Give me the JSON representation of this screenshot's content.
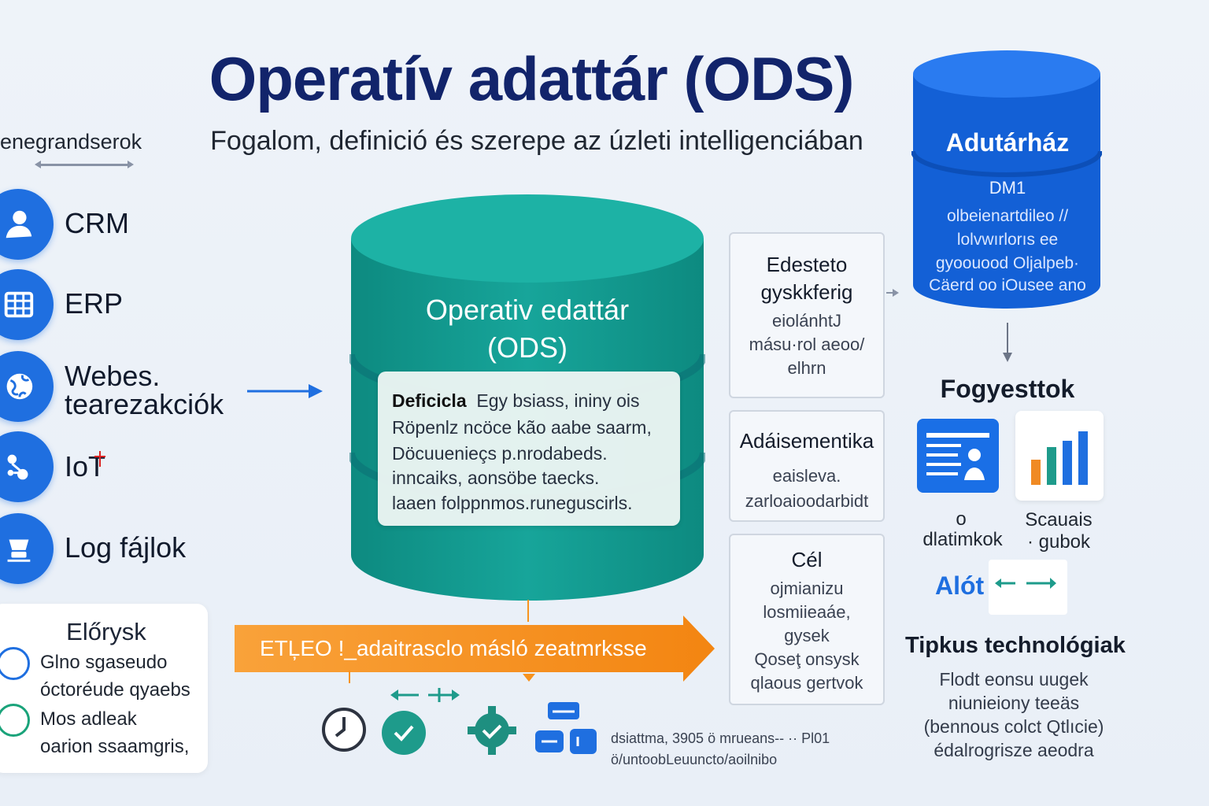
{
  "header": {
    "title": "Operatív adattár (ODS)",
    "subtitle": "Fogalom, definició és szerepe az úzleti intelligenciában"
  },
  "sources": {
    "heading": "enegrandserok",
    "items": [
      {
        "label": "CRM",
        "icon": "user-icon"
      },
      {
        "label": "ERP",
        "icon": "grid-icon"
      },
      {
        "label": "Webes.",
        "label2": "tearezakciók",
        "icon": "globe-icon"
      },
      {
        "label": "IoT",
        "icon": "iot-icon"
      },
      {
        "label": "Log fájlok",
        "icon": "log-icon"
      }
    ]
  },
  "ods": {
    "title_line1": "Operativ edattár",
    "title_line2": "(ODS)",
    "definition_label": "Deficicla",
    "definition_lines": [
      "Egy bsiass, ininy ois",
      "Röpenlz ncöce kão aabe saarm,",
      "Döcuuenieçs p.nrodabeds.",
      "inncaiks, aonsöbe taecks.",
      "laaen folppnmos.runeguscirls."
    ]
  },
  "features": [
    {
      "heading": "Edesteto",
      "heading2": "gyskkferig",
      "lines": [
        "eiolánhtJ",
        "másu·rol aeoo/",
        "elhrn"
      ]
    },
    {
      "heading": "Adáisementika",
      "lines": [
        "eaisleva.",
        "zarloaioodarbidt"
      ]
    },
    {
      "heading": "Cél",
      "lines": [
        "ojmianizu",
        "losmiieaáe,",
        "gysek",
        "Qoseţ onsysk",
        "qlaous gertvok"
      ]
    }
  ],
  "warehouse": {
    "title": "Adutárház",
    "subtitle": "DM1",
    "lines": [
      "olbeienartdileo //",
      "lolvwırlorıs ee",
      "gyoouood Oljalpeb·",
      "Cäerd oo iOusee ano"
    ]
  },
  "consumers": {
    "heading": "Fogyesttok",
    "items": [
      {
        "label": "o",
        "label2": "dlatimkok",
        "icon": "report-icon"
      },
      {
        "label": "Scauais",
        "label2": "· gubok",
        "icon": "bar-chart-icon"
      }
    ],
    "alt_label": "Alót"
  },
  "technologies": {
    "heading": "Tipkus technológiak",
    "lines": [
      "Flodt eonsu uugek",
      "niunieiony teeäs",
      "(bennous colct Qtlıcie)",
      "édalrogrisze aeodra"
    ]
  },
  "benefits": {
    "heading": "Előrysk",
    "lines": [
      "Glno sgaseudo",
      "óctoréude qyaebs",
      "Mos adleak",
      "oarion ssaamgris,"
    ]
  },
  "etl": {
    "label": "ETĻEO !_adaitrasclo másló zeatmrksse"
  },
  "bottom": {
    "line1": "dsiattma, 3905 ö mrueans-- ·· Pl01",
    "line2": "ö/untoobLeuuncto/aoilnibo"
  },
  "colors": {
    "title": "#12246b",
    "teal": "#14998f",
    "blue": "#1f6fe0",
    "orange": "#f7931e"
  }
}
